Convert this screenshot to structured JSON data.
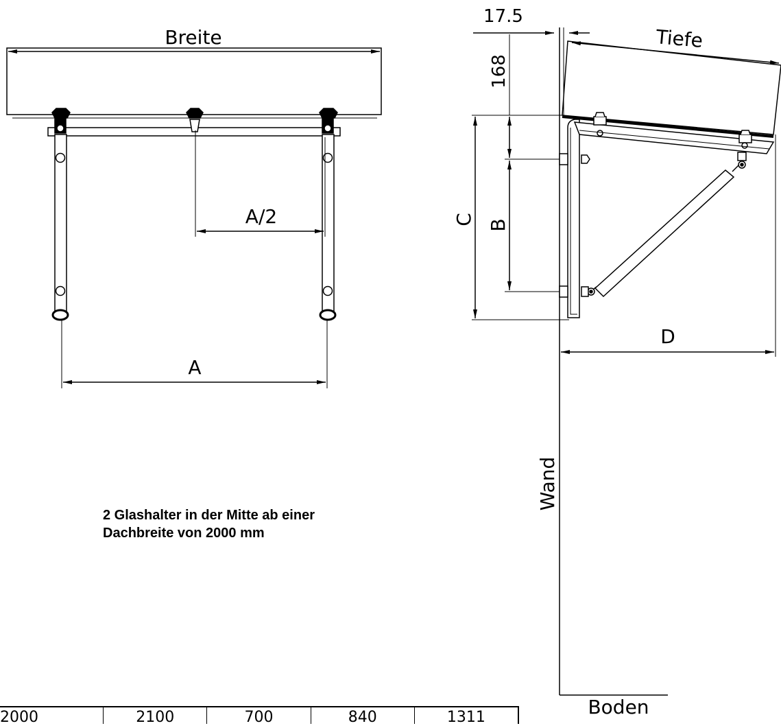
{
  "labels": {
    "breite": "Breite",
    "tiefe": "Tiefe",
    "half_a": "A/2",
    "a": "A",
    "b": "B",
    "c": "C",
    "d": "D",
    "dim_17_5": "17.5",
    "dim_168": "168",
    "wand": "Wand",
    "boden": "Boden"
  },
  "note": {
    "line1": "2 Glashalter in der Mitte ab einer",
    "line2": "Dachbreite von 2000 mm"
  },
  "table": {
    "cells": [
      "2000",
      "2100",
      "700",
      "840",
      "1311"
    ]
  }
}
